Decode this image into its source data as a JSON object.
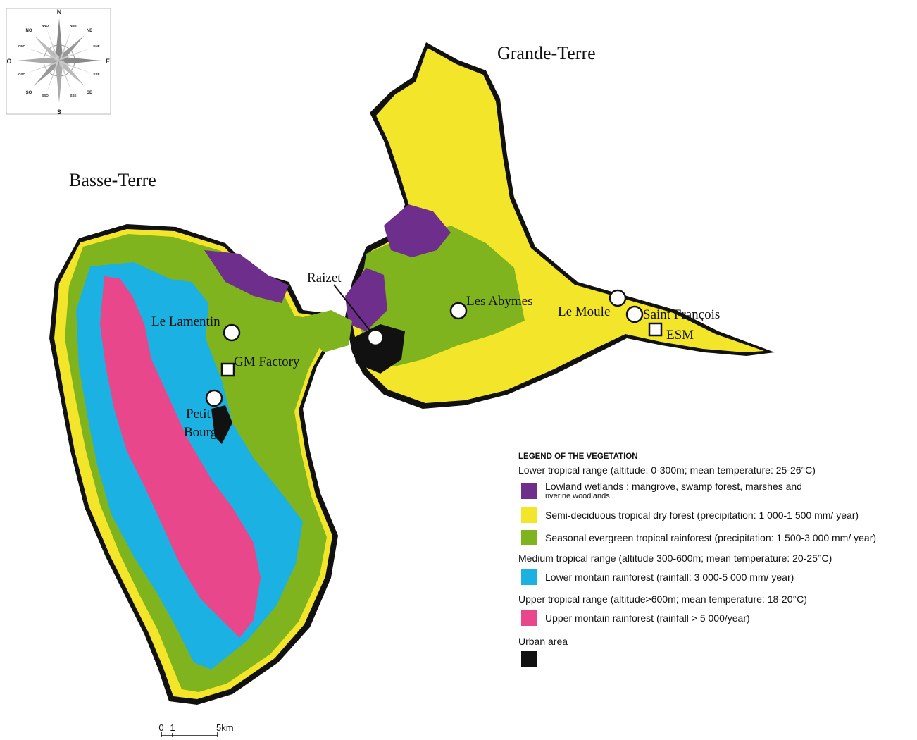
{
  "compass": {
    "north": "N",
    "south": "S",
    "east": "E",
    "west": "O",
    "ne": "NE",
    "no": "NO",
    "se": "SE",
    "so": "SO",
    "nne": "NNE",
    "nno": "NNO",
    "ene": "ENE",
    "ono": "ONO",
    "ese": "ESE",
    "oso": "OSO",
    "sse": "SSE",
    "sso": "SSO"
  },
  "regions": {
    "basse_terre": "Basse-Terre",
    "grande_terre": "Grande-Terre"
  },
  "places": {
    "le_lamentin": "Le Lamentin",
    "gm_factory": "GM Factory",
    "petit": "Petit",
    "bourg": "Bourg",
    "raizet": "Raizet",
    "les_abymes": "Les Abymes",
    "le_moule": "Le Moule",
    "saint_francois": "Saint François",
    "esm": "ESM"
  },
  "scale": {
    "zero": "0",
    "one": "1",
    "five": "5km"
  },
  "legend": {
    "title": "LEGEND OF THE VEGETATION",
    "lower_range": "Lower tropical range (altitude: 0-300m; mean temperature: 25-26°C)",
    "wetlands": "Lowland wetlands : mangrove, swamp forest, marshes and",
    "wetlands_sub": "riverine woodlands",
    "dry_forest": "Semi-deciduous tropical dry forest (precipitation: 1 000-1 500 mm/ year)",
    "seasonal_rainforest": "Seasonal evergreen tropical rainforest (precipitation: 1 500-3 000 mm/ year)",
    "medium_range": "Medium tropical range (altitude 300-600m; mean temperature: 20-25°C)",
    "lower_montain": "Lower montain rainforest (rainfall: 3 000-5 000 mm/ year)",
    "upper_range": "Upper tropical range (altitude>600m; mean temperature: 18-20°C)",
    "upper_montain": "Upper montain rainforest (rainfall > 5 000/year)",
    "urban": "Urban area"
  },
  "colors": {
    "wetlands": "#6e2f8c",
    "dry_forest": "#f3e62a",
    "seasonal_rainforest": "#7fb41f",
    "lower_montain": "#1cb1e3",
    "upper_montain": "#e8478b",
    "urban": "#111111"
  }
}
